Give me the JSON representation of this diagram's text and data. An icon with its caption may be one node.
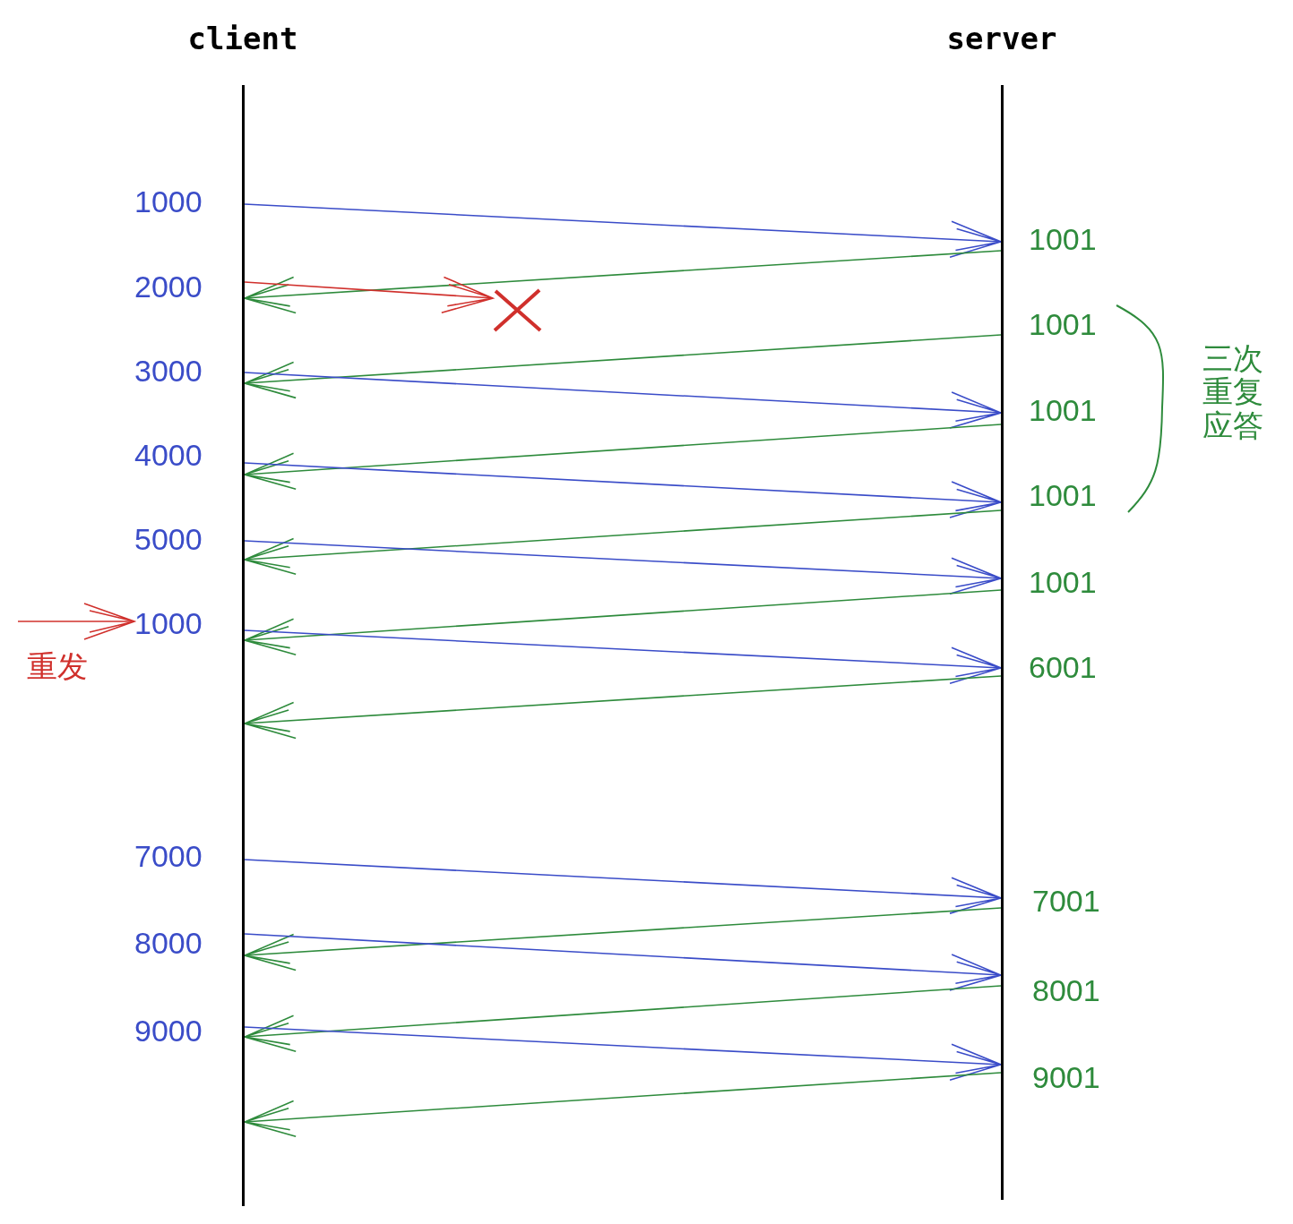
{
  "diagram": {
    "nodes": [
      {
        "text": [
          "client"
        ]
      },
      {
        "text": [
          "server"
        ]
      },
      {
        "text": [],
        "shape": "cross"
      },
      {
        "text": [
          "1000"
        ]
      }
    ],
    "edges": [
      {
        "from": 0,
        "to": 1,
        "arrow": "to",
        "color": "#3a4cc8"
      },
      {
        "from": 1,
        "to": 0,
        "arrow": "to"
      },
      {
        "from": 0,
        "to": 2,
        "arrow": "to",
        "color": "#d0302c"
      },
      {
        "from": 1,
        "to": 0,
        "arrow": "to"
      },
      {
        "from": 0,
        "to": 1,
        "arrow": "to",
        "color": "#3a4cc8"
      },
      {
        "from": 1,
        "to": 0,
        "arrow": "to"
      },
      {
        "from": 0,
        "to": 1,
        "arrow": "to",
        "color": "#3a4cc8"
      },
      {
        "from": 1,
        "to": 0,
        "arrow": "to"
      },
      {
        "from": 0,
        "to": 1,
        "arrow": "to",
        "color": "#3a4cc8"
      },
      {
        "from": 1,
        "to": 0,
        "arrow": "to"
      },
      {
        "from": 0,
        "to": 1,
        "arrow": "to",
        "color": "#3a4cc8"
      },
      {
        "from": 1,
        "to": 0,
        "arrow": "to"
      },
      {
        "from": 0,
        "to": 1,
        "arrow": "to",
        "color": "#3a4cc8"
      },
      {
        "from": 1,
        "to": 0,
        "arrow": "to"
      },
      {
        "from": 0,
        "to": 1,
        "arrow": "to",
        "color": "#3a4cc8"
      },
      {
        "from": 1,
        "to": 0,
        "arrow": "to"
      },
      {
        "from": 0,
        "to": 1,
        "arrow": "to",
        "color": "#3a4cc8"
      },
      {
        "from": 1,
        "to": 0,
        "arrow": "to"
      },
      {
        "from": null,
        "to": 3,
        "arrow": "to",
        "color": "#d0302c"
      }
    ],
    "labels": [
      "1000",
      "1001",
      "2000",
      "1001",
      "三次重复应答",
      "3000",
      "1001",
      "4000",
      "1001",
      "5000",
      "1001",
      "重发",
      "6001",
      "7000",
      "7001",
      "8000",
      "8001",
      "9000",
      "9001"
    ]
  }
}
